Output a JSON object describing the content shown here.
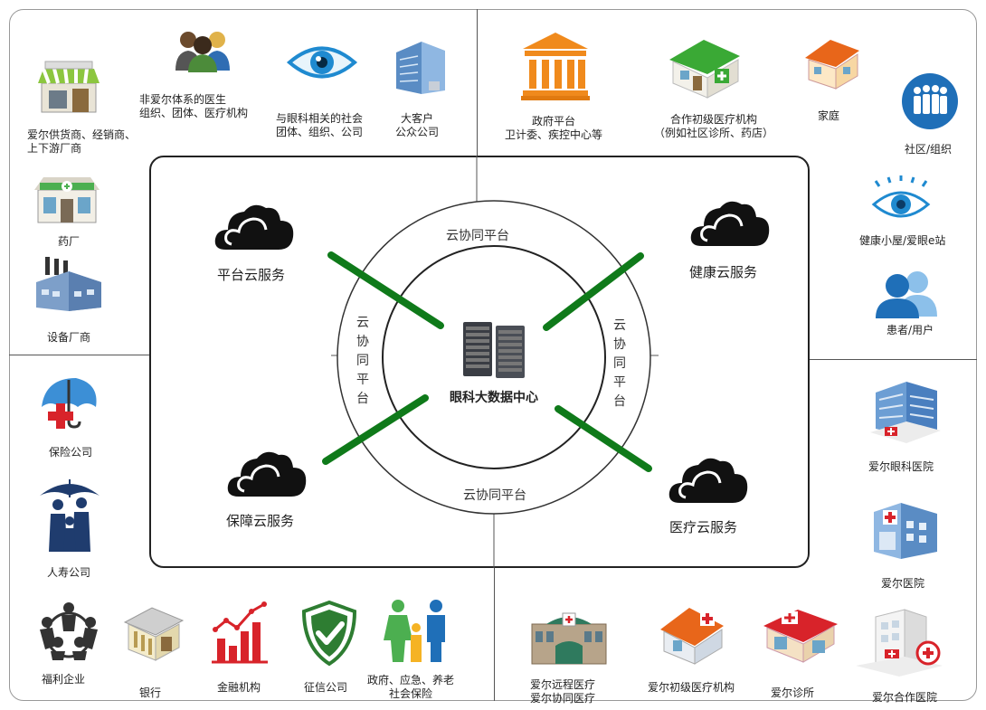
{
  "center": {
    "label": "眼科大数据中心"
  },
  "ring": {
    "top": "云协同平台",
    "bottom": "云协同平台",
    "left": [
      "云",
      "协",
      "同",
      "平",
      "台"
    ],
    "right": [
      "云",
      "协",
      "同",
      "平",
      "台"
    ]
  },
  "clouds": {
    "tl": "平台云服务",
    "tr": "健康云服务",
    "bl": "保障云服务",
    "br": "医疗云服务"
  },
  "top_left": {
    "supplier": [
      "爱尔供货商、经销商、",
      "上下游厂商"
    ],
    "doctor": [
      "非爱尔体系的医生",
      "组织、团体、医疗机构"
    ],
    "eye_society": [
      "与眼科相关的社会",
      "团体、组织、公司"
    ],
    "big_client": [
      "大客户",
      "公众公司"
    ],
    "pharma": "药厂",
    "equipment": "设备厂商"
  },
  "top_right": {
    "gov": [
      "政府平台",
      "卫计委、疾控中心等"
    ],
    "clinic": [
      "合作初级医疗机构",
      "（例如社区诊所、药店）"
    ],
    "family": "家庭",
    "community": "社区/组织",
    "health_hut": "健康小屋/爱眼e站",
    "patient": "患者/用户"
  },
  "bottom_left": {
    "insurance": "保险公司",
    "life": "人寿公司",
    "welfare": "福利企业",
    "bank": "银行",
    "finance": "金融机构",
    "credit": "征信公司",
    "social": [
      "政府、应急、养老",
      "社会保险"
    ]
  },
  "bottom_right": {
    "eye_hospital": "爱尔眼科医院",
    "hospital": "爱尔医院",
    "remote": [
      "爱尔远程医疗",
      "爱尔协同医疗"
    ],
    "primary": "爱尔初级医疗机构",
    "clinic": "爱尔诊所",
    "partner": "爱尔合作医院"
  },
  "colors": {
    "green": "#0f7a1a",
    "blue": "#1f8ad0",
    "orange": "#f08a1c",
    "red": "#d8232a"
  }
}
